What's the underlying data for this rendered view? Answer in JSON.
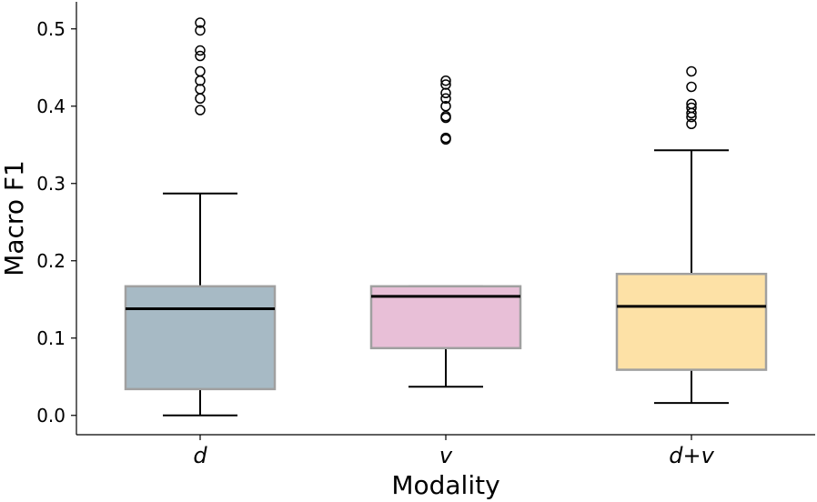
{
  "chart_data": {
    "type": "boxplot",
    "xlabel": "Modality",
    "ylabel": "Macro F1",
    "ylim": [
      -0.025,
      0.535
    ],
    "yticks": [
      "0.0",
      "0.1",
      "0.2",
      "0.3",
      "0.4",
      "0.5"
    ],
    "categories": [
      "d",
      "v",
      "d+v"
    ],
    "boxes": [
      {
        "category": "d",
        "color": "#a7bac5",
        "whisker_low": 0.0,
        "q1": 0.034,
        "median": 0.138,
        "q3": 0.167,
        "whisker_high": 0.287,
        "outliers": [
          0.395,
          0.41,
          0.422,
          0.433,
          0.445,
          0.465,
          0.472,
          0.498,
          0.508
        ]
      },
      {
        "category": "v",
        "color": "#e8bfd7",
        "whisker_low": 0.037,
        "q1": 0.087,
        "median": 0.154,
        "q3": 0.167,
        "whisker_high": 0.167,
        "outliers": [
          0.357,
          0.359,
          0.385,
          0.387,
          0.4,
          0.41,
          0.417,
          0.428,
          0.433
        ]
      },
      {
        "category": "d+v",
        "color": "#fde1a6",
        "whisker_low": 0.016,
        "q1": 0.059,
        "median": 0.141,
        "q3": 0.183,
        "whisker_high": 0.343,
        "outliers": [
          0.377,
          0.386,
          0.391,
          0.398,
          0.403,
          0.425,
          0.445
        ]
      }
    ],
    "grid": false,
    "legend": "none"
  }
}
